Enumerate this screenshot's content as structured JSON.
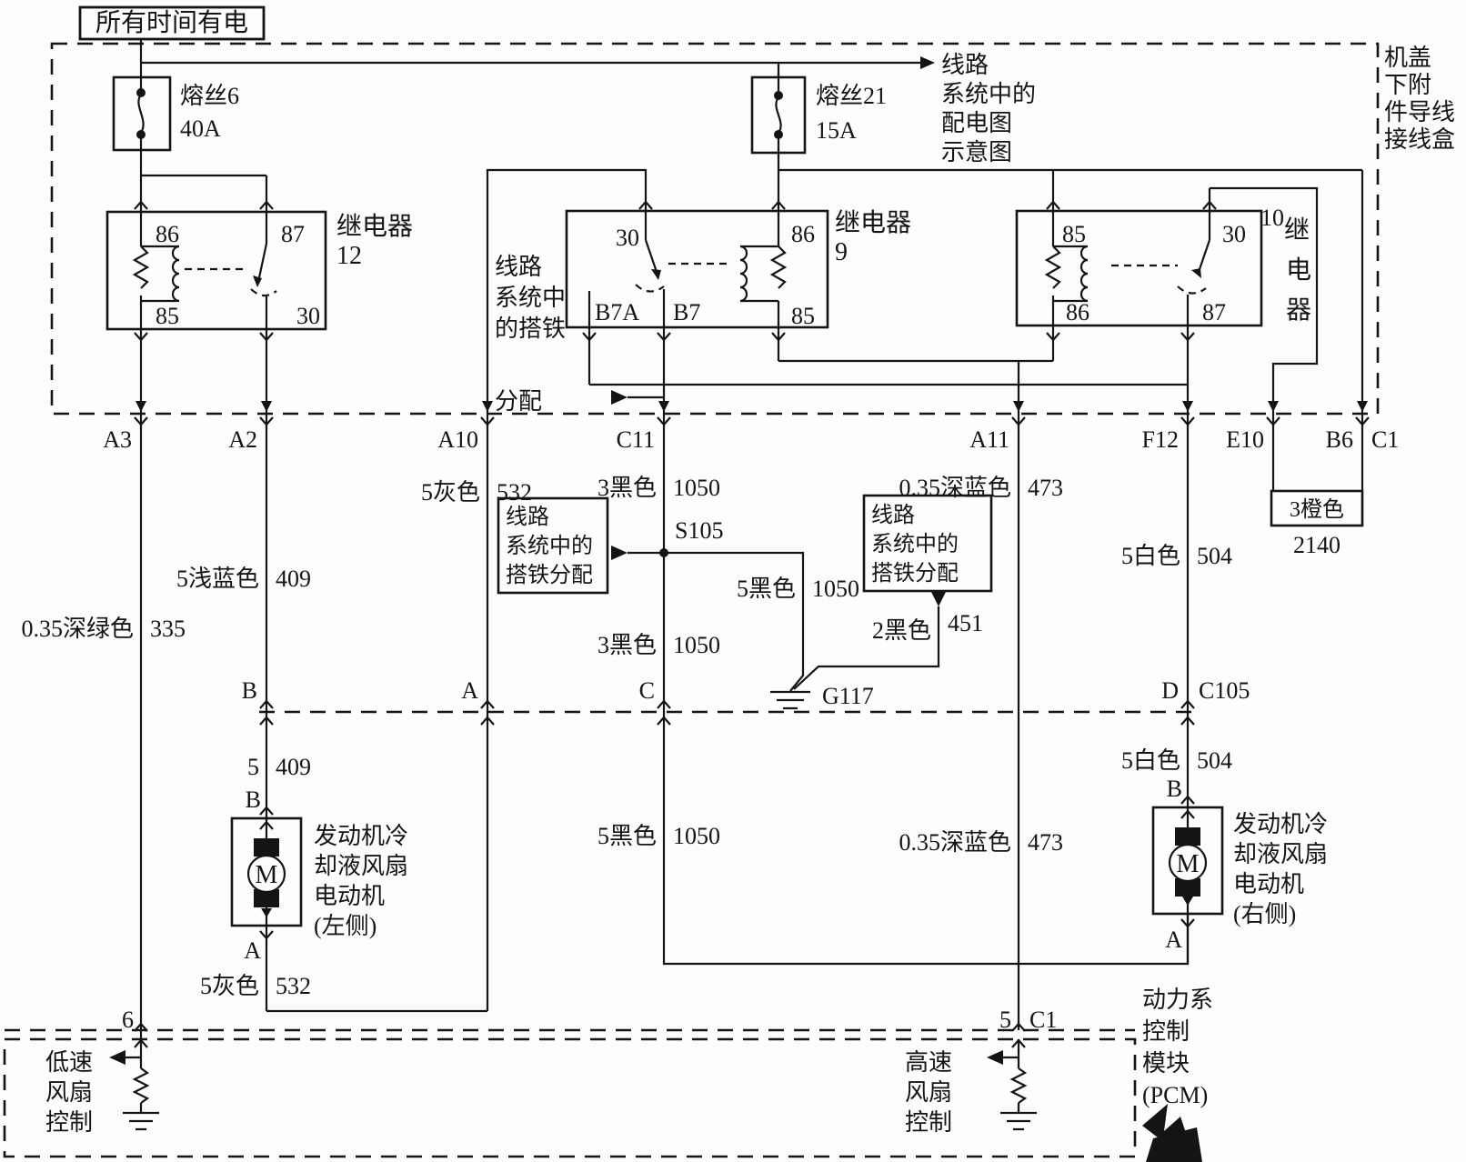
{
  "labels": {
    "supply": "所有时间有电",
    "jbox": [
      "机盖",
      "下附",
      "件导线",
      "接线盒"
    ],
    "power_note": [
      "线路",
      "系统中的",
      "配电图",
      "示意图"
    ],
    "gnd_note_main": [
      "线路",
      "系统中",
      "的搭铁",
      "分配"
    ],
    "gnd_note_box1": [
      "线路",
      "系统中的",
      "搭铁分配"
    ],
    "gnd_note_box2": [
      "线路",
      "系统中的",
      "搭铁分配"
    ]
  },
  "fuses": {
    "f6": {
      "name": "熔丝6",
      "rating": "40A"
    },
    "f21": {
      "name": "熔丝21",
      "rating": "15A"
    }
  },
  "relays": {
    "r12": {
      "name": "继电器",
      "num": "12",
      "pin_tl": "86",
      "pin_tr": "87",
      "pin_bl": "85",
      "pin_br": "30"
    },
    "r9": {
      "name": "继电器",
      "num": "9",
      "pin_tl": "30",
      "pin_tr": "86",
      "pin_b1": "B7A",
      "pin_b2": "B7",
      "pin_br": "85"
    },
    "r10": {
      "num": "10",
      "name_chars": [
        "继",
        "电",
        "器"
      ],
      "pin_tl": "85",
      "pin_tr": "30",
      "pin_bl": "86",
      "pin_br": "87"
    }
  },
  "connectors": {
    "jb": {
      "a3": "A3",
      "a2": "A2",
      "a10": "A10",
      "c11": "C11",
      "a11": "A11",
      "f12": "F12",
      "e10": "E10",
      "b6": "B6",
      "name": "C1"
    },
    "c105": {
      "b": "B",
      "a": "A",
      "c": "C",
      "d": "D",
      "name": "C105"
    },
    "motor_left": {
      "top": "B",
      "bottom": "A"
    },
    "motor_right": {
      "top": "B",
      "bottom": "A"
    },
    "pcm": {
      "low_pin": "6",
      "high_pin": "5",
      "high_conn": "C1"
    }
  },
  "wires": {
    "w335": {
      "color": "0.35深绿色",
      "circuit": "335"
    },
    "w409_upper": {
      "color": "5浅蓝色",
      "circuit": "409"
    },
    "w409_lower": {
      "color": "5",
      "circuit": "409"
    },
    "w532_upper": {
      "color": "5灰色",
      "circuit": "532"
    },
    "w532_lower": {
      "color": "5灰色",
      "circuit": "532"
    },
    "w1050_c11_upper": {
      "color": "3黑色",
      "circuit": "1050"
    },
    "w1050_c11_lower": {
      "color": "3黑色",
      "circuit": "1050"
    },
    "w1050_motor": {
      "color": "5黑色",
      "circuit": "1050"
    },
    "w1050_gnd": {
      "color": "5黑色",
      "circuit": "1050"
    },
    "w451": {
      "color": "2黑色",
      "circuit": "451"
    },
    "w473_upper": {
      "color": "0.35深蓝色",
      "circuit": "473"
    },
    "w473_lower": {
      "color": "0.35深蓝色",
      "circuit": "473"
    },
    "w504_upper": {
      "color": "5白色",
      "circuit": "504"
    },
    "w504_lower": {
      "color": "5白色",
      "circuit": "504"
    },
    "w2140": {
      "color": "3橙色",
      "circuit": "2140"
    }
  },
  "splices": {
    "s105": "S105",
    "g117": "G117"
  },
  "motors": {
    "symbol": "M",
    "left": [
      "发动机冷",
      "却液风扇",
      "电动机",
      "(左侧)"
    ],
    "right": [
      "发动机冷",
      "却液风扇",
      "电动机",
      "(右侧)"
    ]
  },
  "pcm": {
    "low": [
      "低速",
      "风扇",
      "控制"
    ],
    "high": [
      "高速",
      "风扇",
      "控制"
    ],
    "name": [
      "动力系",
      "控制",
      "模块",
      "(PCM)"
    ]
  }
}
